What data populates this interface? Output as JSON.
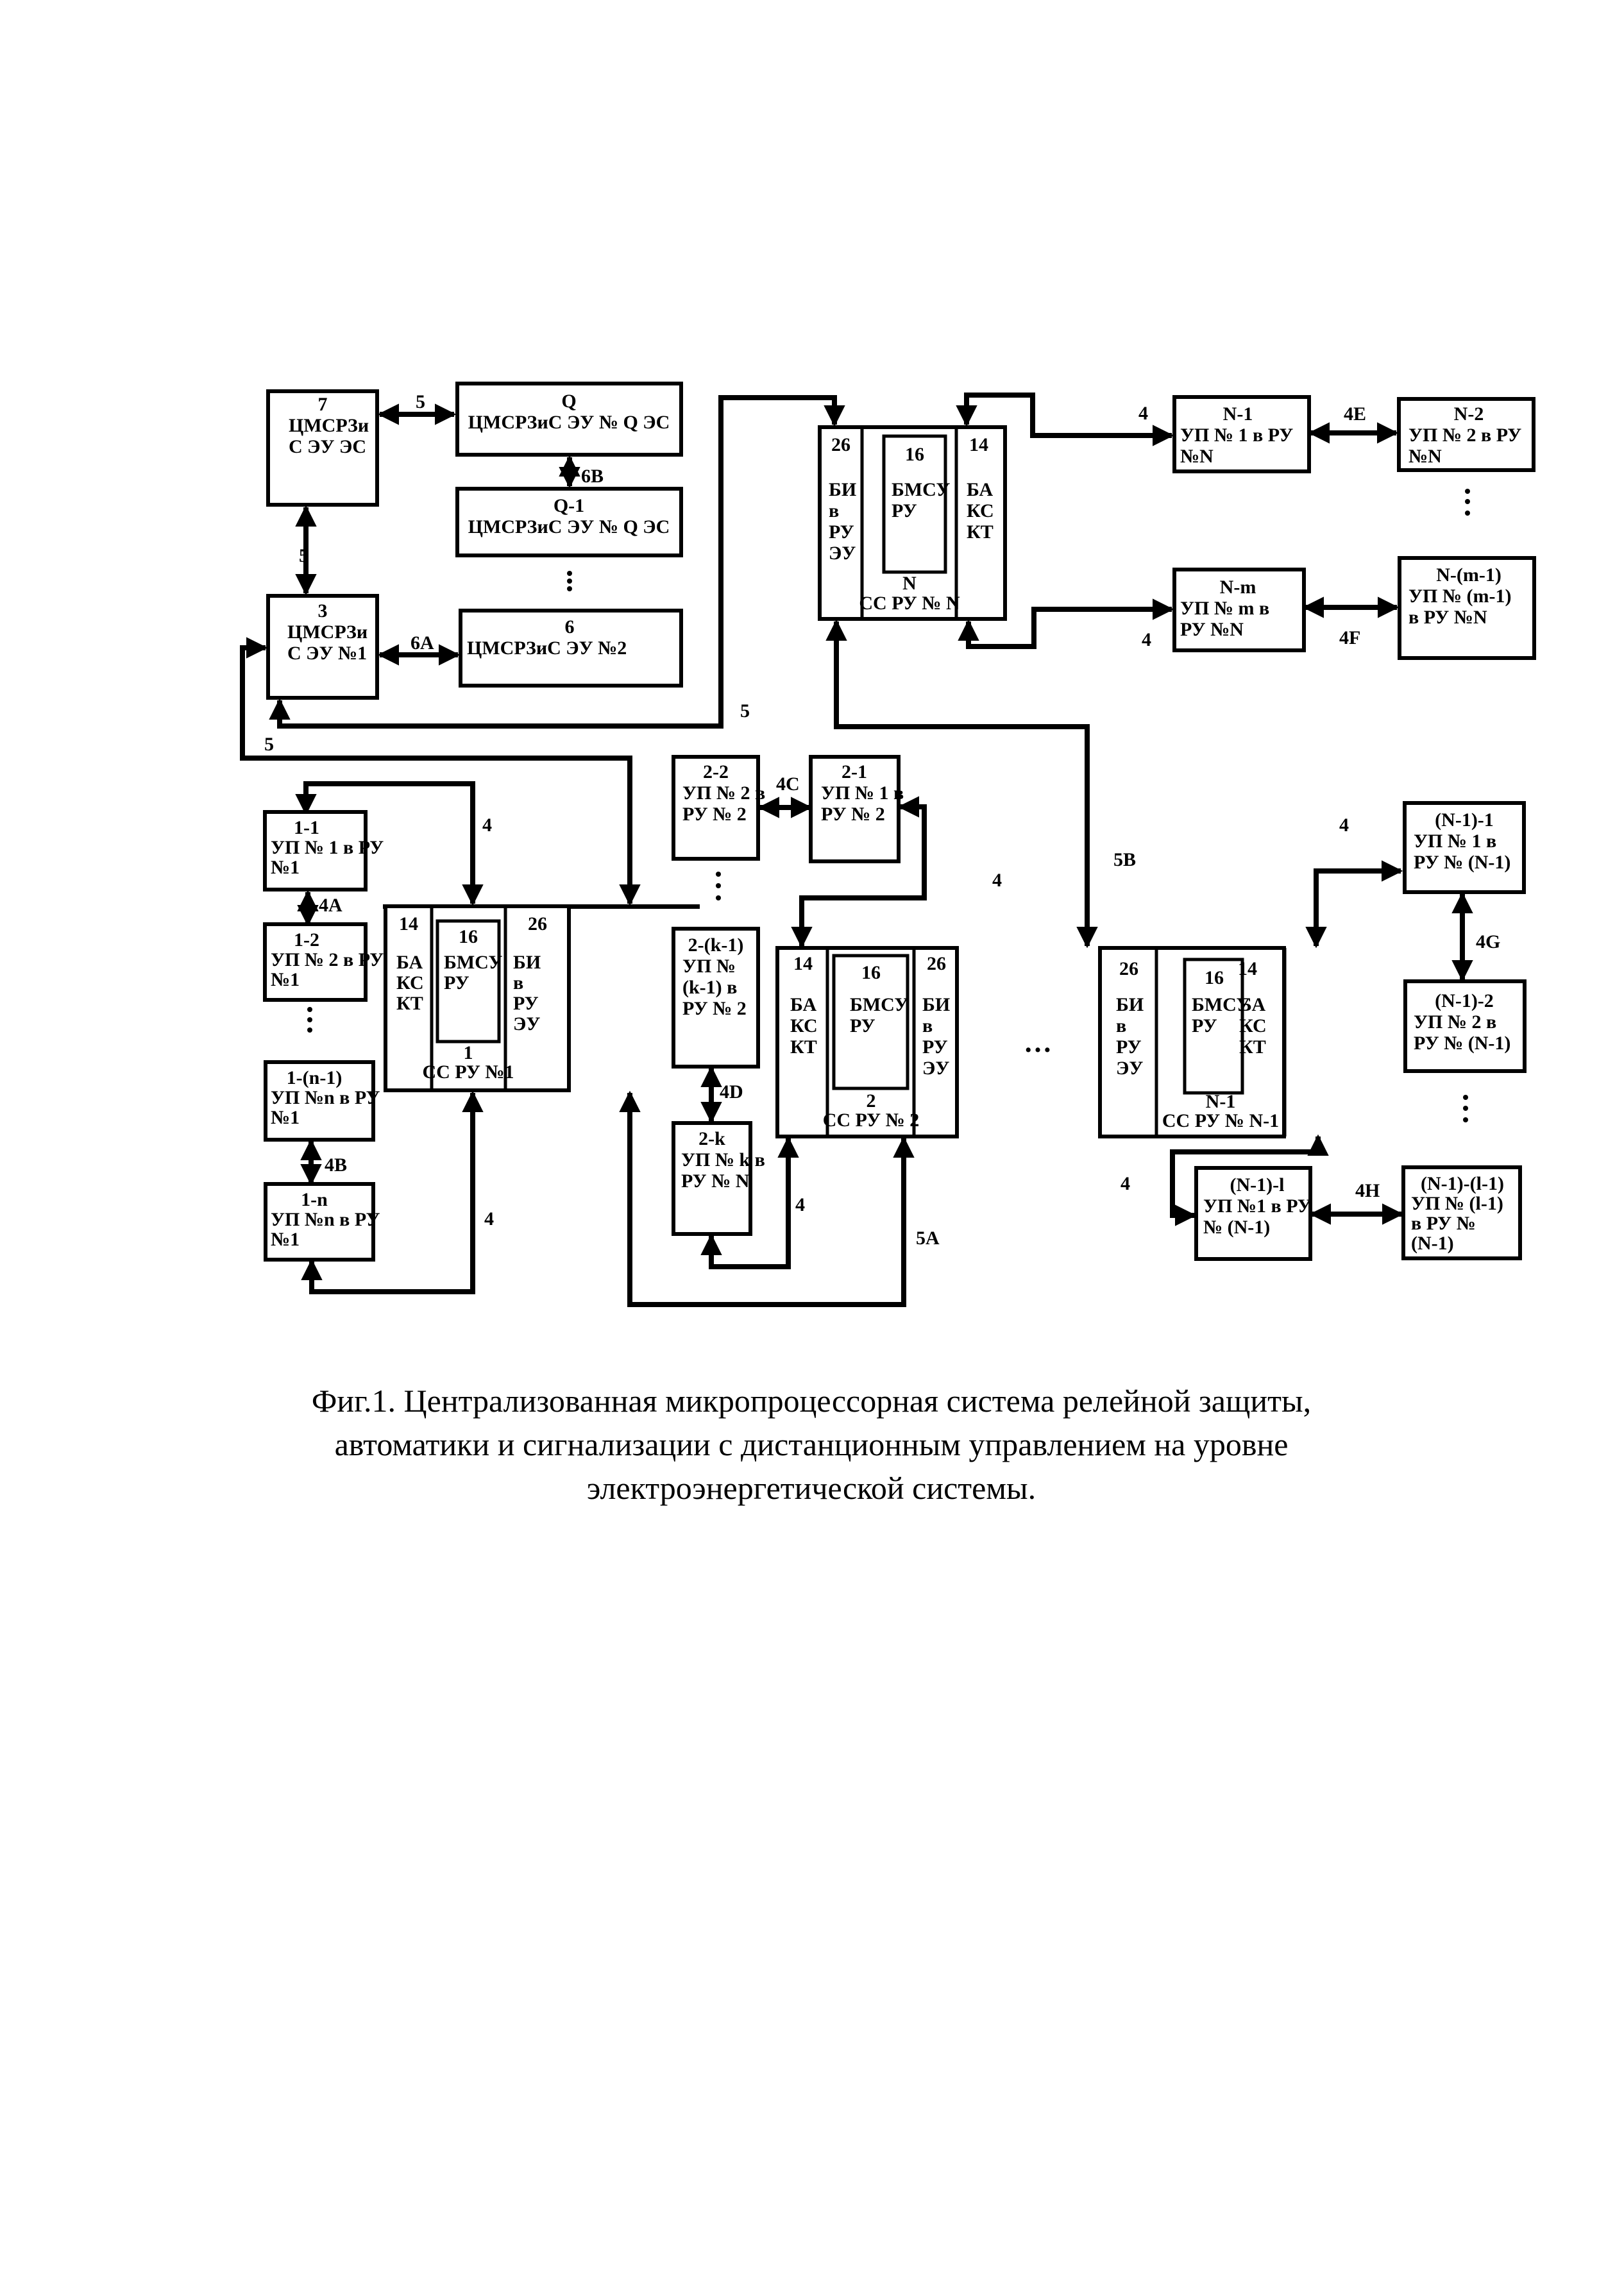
{
  "figure": {
    "caption_lines": [
      "Фиг.1. Централизованная микропроцессорная система релейной защиты,",
      "автоматики и сигнализации с дистанционным управлением на уровне",
      "электроэнергетической системы."
    ]
  },
  "blocks": {
    "b7": {
      "num": "7",
      "lines": [
        "ЦМСРЗи",
        "С ЭУ ЭС"
      ]
    },
    "bQ": {
      "num": "Q",
      "lines": [
        "ЦМСРЗиС ЭУ № Q ЭС"
      ]
    },
    "bQ1": {
      "num": "Q-1",
      "lines": [
        "ЦМСРЗиС ЭУ № Q ЭС"
      ]
    },
    "b3": {
      "num": "3",
      "lines": [
        "ЦМСРЗи",
        "С ЭУ №1"
      ]
    },
    "b6": {
      "num": "6",
      "lines": [
        "ЦМСРЗиС ЭУ №2"
      ]
    },
    "ssN": {
      "left": {
        "num": "26",
        "lines": [
          "БИ",
          "в",
          "РУ",
          "ЭУ"
        ]
      },
      "mid": {
        "num": "16",
        "lines": [
          "БМСУ",
          "РУ"
        ],
        "id": "N",
        "name": "СС РУ № N"
      },
      "right": {
        "num": "14",
        "lines": [
          "БА",
          "КС",
          "КТ"
        ]
      }
    },
    "ss1": {
      "left": {
        "num": "14",
        "lines": [
          "БА",
          "КС",
          "КТ"
        ]
      },
      "mid": {
        "num": "16",
        "lines": [
          "БМСУ",
          "РУ"
        ],
        "id": "1",
        "name": "СС РУ №1"
      },
      "right": {
        "num": "26",
        "lines": [
          "БИ",
          "в",
          "РУ",
          "ЭУ"
        ]
      }
    },
    "ss2": {
      "left": {
        "num": "14",
        "lines": [
          "БА",
          "КС",
          "КТ"
        ]
      },
      "mid": {
        "num": "16",
        "lines": [
          "БМСУ",
          "РУ"
        ],
        "id": "2",
        "name": "СС РУ № 2"
      },
      "right": {
        "num": "26",
        "lines": [
          "БИ",
          "в",
          "РУ",
          "ЭУ"
        ]
      }
    },
    "ssN1": {
      "left": {
        "num": "26",
        "lines": [
          "БИ",
          "в",
          "РУ",
          "ЭУ"
        ]
      },
      "mid": {
        "num": "16",
        "lines": [
          "БМСУ",
          "РУ"
        ],
        "id": "N-1",
        "name": "СС РУ № N-1"
      },
      "right": {
        "num": "14",
        "lines": [
          "БА",
          "КС",
          "КТ"
        ]
      }
    },
    "bN_1": {
      "num": "N-1",
      "lines": [
        "УП № 1 в РУ",
        "№N"
      ]
    },
    "bN_2": {
      "num": "N-2",
      "lines": [
        "УП № 2 в РУ",
        "№N"
      ]
    },
    "bN_m": {
      "num": "N-m",
      "lines": [
        "УП № m в",
        "РУ №N"
      ]
    },
    "bN_m1": {
      "num": "N-(m-1)",
      "lines": [
        "УП № (m-1)",
        "в РУ №N"
      ]
    },
    "b1_1": {
      "num": "1-1",
      "lines": [
        "УП № 1 в РУ",
        "№1"
      ]
    },
    "b1_2": {
      "num": "1-2",
      "lines": [
        "УП № 2 в РУ",
        "№1"
      ]
    },
    "b1_n1": {
      "num": "1-(n-1)",
      "lines": [
        "УП №n в РУ",
        "№1"
      ]
    },
    "b1_n": {
      "num": "1-n",
      "lines": [
        "УП №n в РУ",
        "№1"
      ]
    },
    "b2_2": {
      "num": "2-2",
      "lines": [
        "УП № 2 в",
        "РУ № 2"
      ]
    },
    "b2_1": {
      "num": "2-1",
      "lines": [
        "УП № 1 в",
        "РУ № 2"
      ]
    },
    "b2_k1": {
      "num": "2-(k-1)",
      "lines": [
        "УП №",
        "(k-1) в",
        "РУ № 2"
      ]
    },
    "b2_k": {
      "num": "2-k",
      "lines": [
        "УП № k в",
        "РУ № N"
      ]
    },
    "bN1_1": {
      "num": "(N-1)-1",
      "lines": [
        "УП № 1 в",
        "РУ № (N-1)"
      ]
    },
    "bN1_2": {
      "num": "(N-1)-2",
      "lines": [
        "УП № 2 в",
        "РУ № (N-1)"
      ]
    },
    "bN1_l": {
      "num": "(N-1)-l",
      "lines": [
        "УП №1 в РУ",
        "№ (N-1)"
      ]
    },
    "bN1_l1": {
      "num": "(N-1)-(l-1)",
      "lines": [
        "УП № (l-1)",
        "в РУ №",
        "(N-1)"
      ]
    }
  },
  "links": {
    "l7Q": "5",
    "l73": "5",
    "l3_6": "6A",
    "lQ_Q1": "6B",
    "l3_ssN": "5",
    "l3_ss1": "5",
    "lssN_N1": "4",
    "lN1_N2": "4E",
    "lssN_Nm": "4",
    "lNm_Nm1": "4F",
    "lss1_11": "4",
    "l11_12": "4A",
    "l1n1_1n": "4B",
    "lss1_1n": "4",
    "l22_21": "4C",
    "lss2_21": "4",
    "l2k1_2k": "4D",
    "lss2_2k": "4",
    "lss1_ss2": "5A",
    "lssN_ssN1": "5B",
    "lssN1_N11": "4",
    "lN11_N12": "4G",
    "lssN1_N1l": "4",
    "lN1l_N1l1": "4H"
  },
  "ellipsis": "…"
}
